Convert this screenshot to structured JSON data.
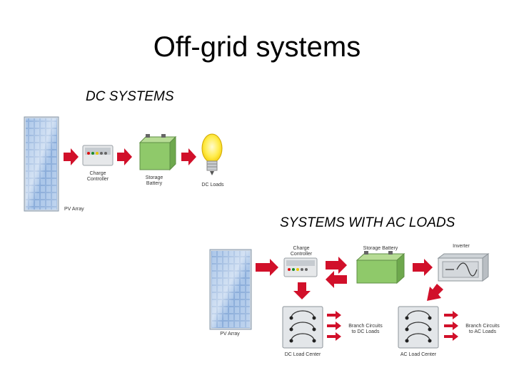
{
  "title": "Off-grid systems",
  "dc": {
    "heading": "DC SYSTEMS",
    "pv_label": "PV Array",
    "controller_label": "Charge\nController",
    "battery_label": "Storage\nBattery",
    "loads_label": "DC Loads"
  },
  "ac": {
    "heading": "SYSTEMS WITH AC LOADS",
    "pv_label": "PV Array",
    "controller_label": "Charge\nController",
    "battery_label": "Storage Battery",
    "inverter_label": "Inverter",
    "dc_center_label": "DC Load Center",
    "ac_center_label": "AC Load Center",
    "dc_branch_label": "Branch Circuits\nto DC Loads",
    "ac_branch_label": "Branch Circuits\nto AC Loads"
  },
  "colors": {
    "arrow": "#d1102a",
    "panel": "#6e95c8",
    "battery": "#8fc96a",
    "box": "#dfe3e6"
  }
}
